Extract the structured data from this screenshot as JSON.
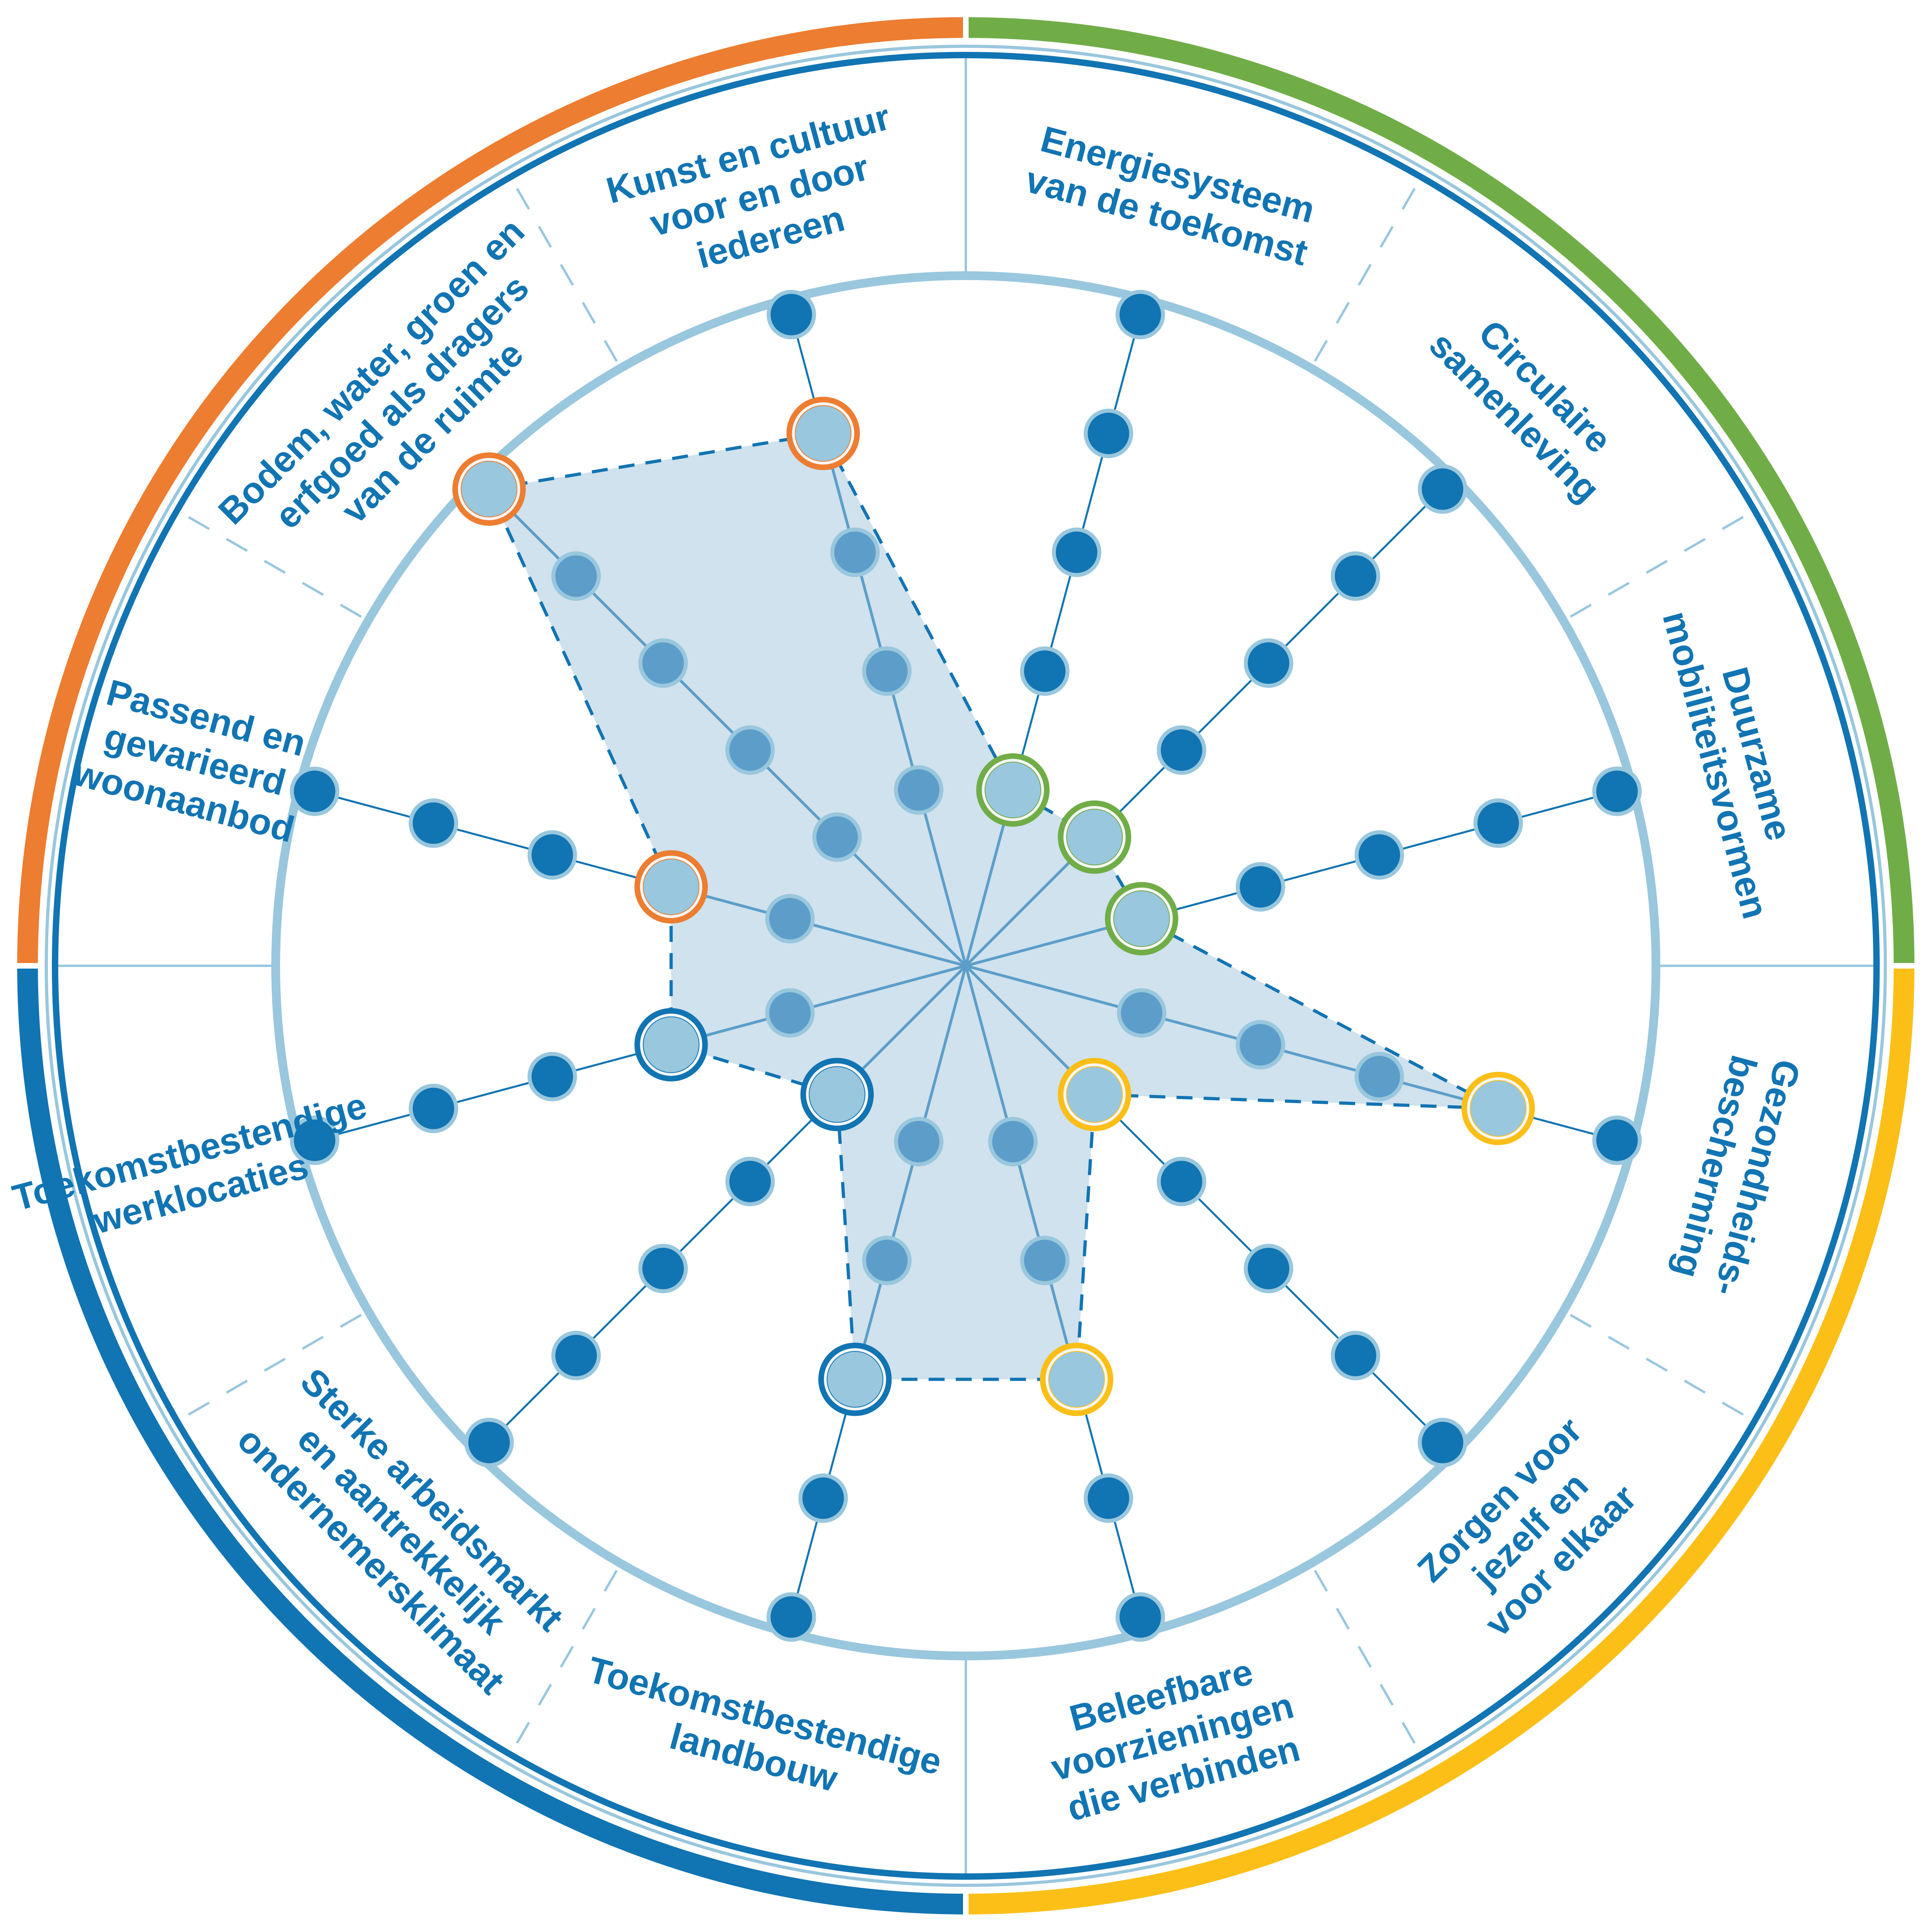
{
  "colors": {
    "orange": "#ed7d31",
    "green": "#70ad47",
    "yellow": "#fbbf18",
    "blue": "#1174b3",
    "light_blue": "#99c7dd",
    "mid_blue": "#5c9ec9",
    "fill": "#cfe2ee"
  },
  "chart_data": {
    "type": "radar",
    "title": "",
    "levels": 5,
    "rlim": [
      0,
      5
    ],
    "groups": [
      {
        "name": "orange",
        "color": "#ed7d31",
        "axes": [
          "Passend en gevarieerd woonaanbod",
          "Bodem, water, groen en erfgoed als dragers van de ruimte",
          "Kunst en cultuur voor en door iedereen"
        ]
      },
      {
        "name": "green",
        "color": "#70ad47",
        "axes": [
          "Energiesysteem van de toekomst",
          "Circulaire samenleving",
          "Duurzame mobiliteitsvormen"
        ]
      },
      {
        "name": "yellow",
        "color": "#fbbf18",
        "axes": [
          "Gezondheidsbescherming",
          "Zorgen voor jezelf en voor elkaar",
          "Beleefbare voorzieningen die verbinden"
        ]
      },
      {
        "name": "blue",
        "color": "#1174b3",
        "axes": [
          "Toekomstbestendige landbouw",
          "Sterke arbeidsmarkt en aantrekkelijk ondernemersklimaat",
          "Toekomstbestendige werklocaties"
        ]
      }
    ],
    "axes": [
      {
        "label_lines": [
          "Kunst en cultuur",
          "voor en door",
          "iedereen"
        ],
        "value": 4,
        "group": "orange"
      },
      {
        "label_lines": [
          "Energiesysteem",
          "van de toekomst"
        ],
        "value": 1,
        "group": "green"
      },
      {
        "label_lines": [
          "Circulaire",
          "samenleving"
        ],
        "value": 1,
        "group": "green"
      },
      {
        "label_lines": [
          "Duurzame",
          "mobiliteitsvormen"
        ],
        "value": 1,
        "group": "green"
      },
      {
        "label_lines": [
          "Gezondheids-",
          "bescherming"
        ],
        "value": 4,
        "group": "yellow"
      },
      {
        "label_lines": [
          "Zorgen voor",
          "jezelf en",
          "voor elkaar"
        ],
        "value": 1,
        "group": "yellow"
      },
      {
        "label_lines": [
          "Beleefbare",
          "voorzieningen",
          "die verbinden"
        ],
        "value": 3,
        "group": "yellow"
      },
      {
        "label_lines": [
          "Toekomstbestendige",
          "landbouw"
        ],
        "value": 3,
        "group": "blue"
      },
      {
        "label_lines": [
          "Sterke arbeidsmarkt",
          "en aantrekkelijk",
          "ondernemersklimaat"
        ],
        "value": 1,
        "group": "blue"
      },
      {
        "label_lines": [
          "Toekomstbestendige",
          "werklocaties"
        ],
        "value": 2,
        "group": "blue"
      },
      {
        "label_lines": [
          "Passend en",
          "gevarieerd",
          "woonaanbod"
        ],
        "value": 2,
        "group": "orange"
      },
      {
        "label_lines": [
          "Bodem, water, groen en",
          "erfgoed als dragers",
          "van de ruimte"
        ],
        "value": 5,
        "group": "orange"
      }
    ]
  }
}
